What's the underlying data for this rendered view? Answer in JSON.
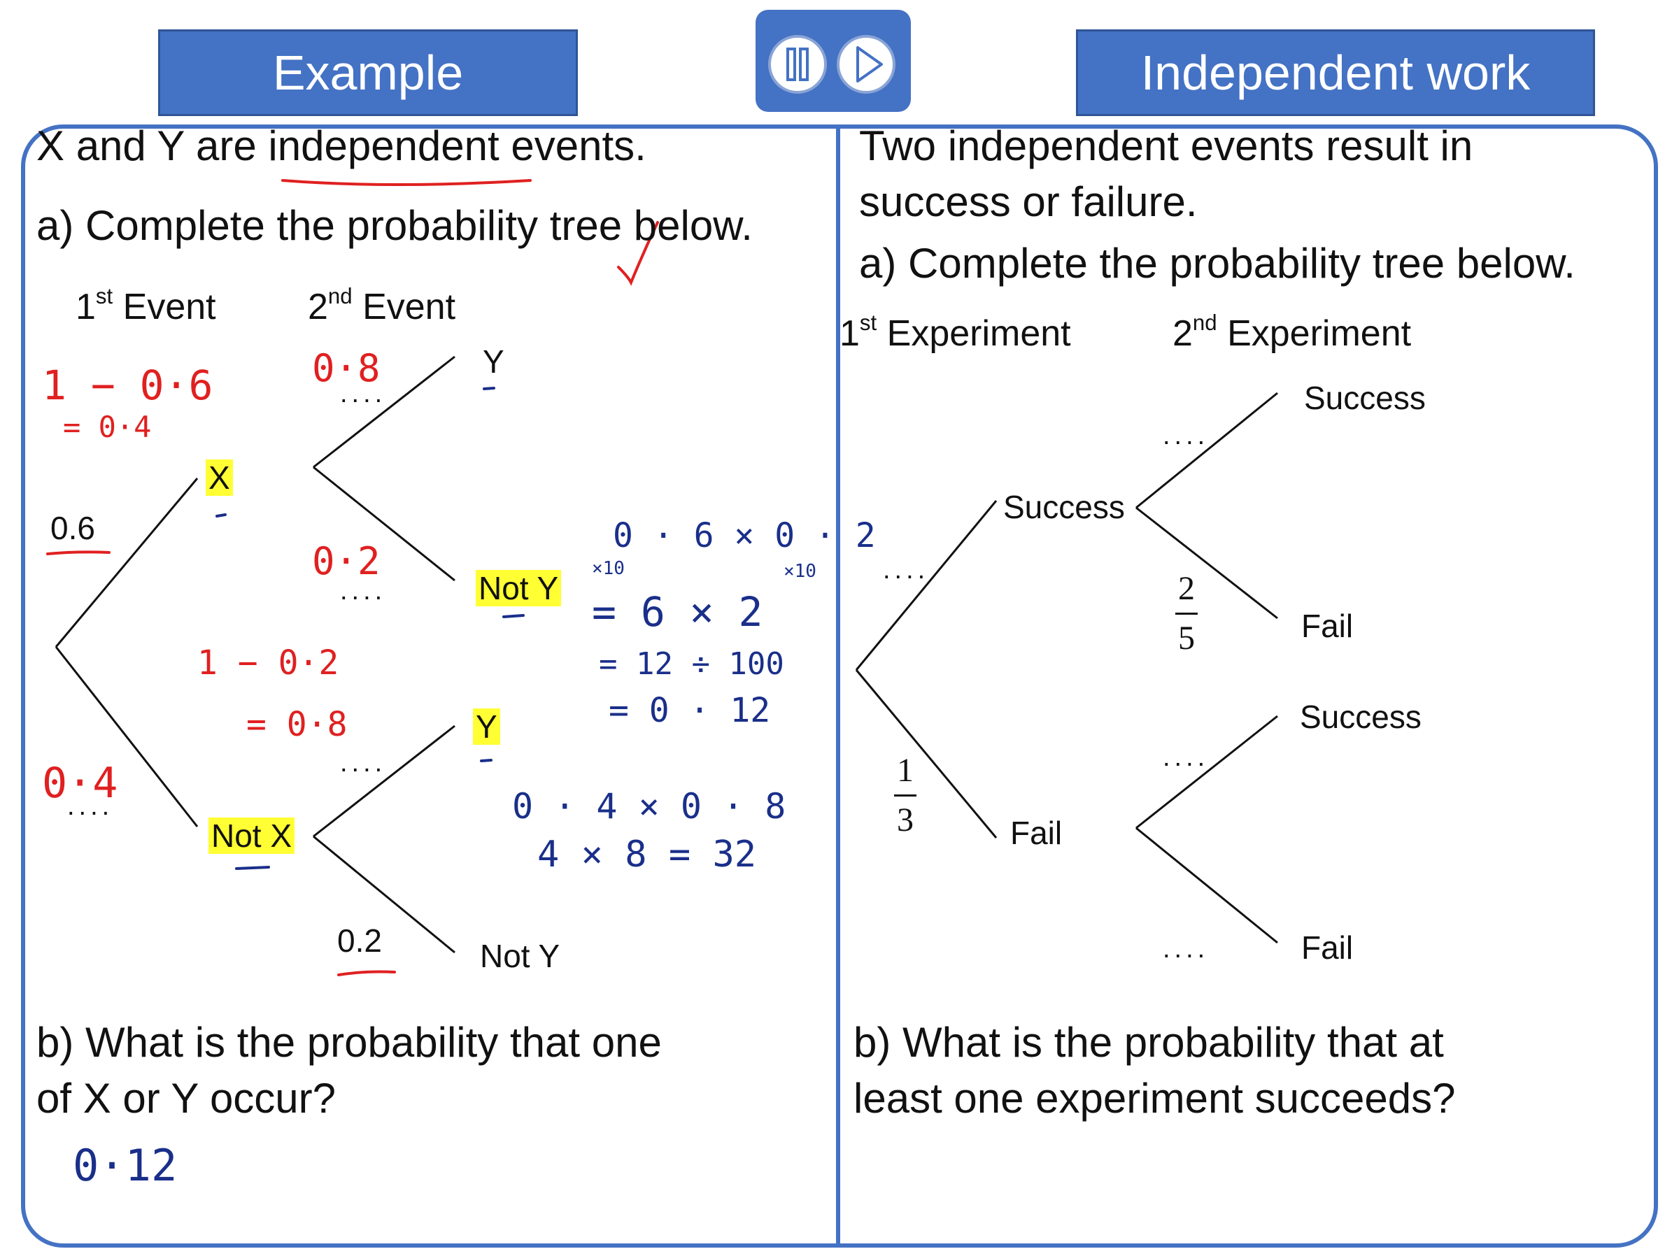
{
  "header": {
    "left_title": "Example",
    "right_title": "Independent work"
  },
  "controls": {
    "pause_icon": "pause-icon",
    "play_icon": "play-icon"
  },
  "colors": {
    "accent": "#4472c4",
    "highlight": "#ffff33",
    "annotation_red": "#e02020",
    "annotation_blue": "#1a2f8a"
  },
  "example": {
    "intro_prefix": "X and Y are ",
    "intro_underlined": "independent",
    "intro_suffix": " events.",
    "question_a": "a)  Complete the probability tree below.",
    "first_event_num": "1",
    "first_event_sup": "st",
    "first_event_word": " Event",
    "second_event_num": "2",
    "second_event_sup": "nd",
    "second_event_word": " Event",
    "branch_x_label": "X",
    "branch_notx_label": "Not X",
    "branch_y1_label": "Y",
    "branch_noty1_label": "Not Y",
    "branch_y2_label": "Y",
    "branch_noty2_label": "Not Y",
    "prob_x": "0.6",
    "prob_noty_given_notx": "0.2",
    "dots": "....",
    "question_b_line1": "b)  What is the probability that one",
    "question_b_line2": "of X or Y occur?",
    "annotations": {
      "calc_notx_1": "1 − 0·6",
      "calc_notx_2": "= 0·4",
      "prob_y1": "0·8",
      "prob_noty1": "0·2",
      "calc_y2_1": "1 − 0·2",
      "calc_y2_2": "=  0·8",
      "prob_notx": "0·4",
      "work_1": "0 · 6 × 0 · 2",
      "work_x10_a": "×10",
      "work_x10_b": "×10",
      "work_2": "= 6 × 2",
      "work_3": "= 12 ÷ 100",
      "work_4": "= 0 · 12",
      "work_5": "0 · 4 × 0 · 8",
      "work_6": "4 × 8 = 32",
      "answer_b": "0·12"
    }
  },
  "independent": {
    "intro_line1": "Two independent events result in",
    "intro_line2": "success or failure.",
    "question_a": "a)  Complete the probability tree below.",
    "first_exp_num": "1",
    "first_exp_sup": "st",
    "first_exp_word": " Experiment",
    "second_exp_num": "2",
    "second_exp_sup": "nd",
    "second_exp_word": " Experiment",
    "branch_success": "Success",
    "branch_fail": "Fail",
    "branch_ss": "Success",
    "branch_sf": "Fail",
    "branch_fs": "Success",
    "branch_ff": "Fail",
    "dots": "....",
    "frac_sf_num": "2",
    "frac_sf_den": "5",
    "frac_fail_num": "1",
    "frac_fail_den": "3",
    "question_b_line1": "b)  What is the probability that at",
    "question_b_line2": "least one experiment succeeds?"
  }
}
